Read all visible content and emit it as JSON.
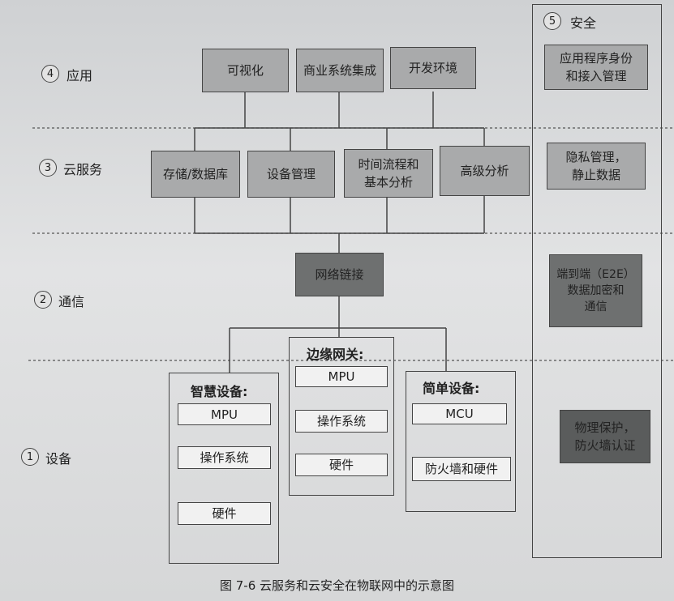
{
  "layers": {
    "app": {
      "num": "4",
      "label": "应用"
    },
    "cloud": {
      "num": "3",
      "label": "云服务"
    },
    "comm": {
      "num": "2",
      "label": "通信"
    },
    "device": {
      "num": "1",
      "label": "设备"
    },
    "security": {
      "num": "5",
      "label": "安全"
    }
  },
  "app_boxes": [
    "可视化",
    "商业系统集成",
    "开发环境"
  ],
  "cloud_boxes": [
    "存储/数据库",
    "设备管理",
    "时间流程和\n基本分析",
    "高级分析"
  ],
  "network_link": "网络链接",
  "gateway": {
    "title": "边缘网关:",
    "items": [
      "MPU",
      "操作系统",
      "硬件"
    ]
  },
  "smart_device": {
    "title": "智慧设备:",
    "items": [
      "MPU",
      "操作系统",
      "硬件"
    ]
  },
  "simple_device": {
    "title": "简单设备:",
    "items": [
      "MCU",
      "防火墙和硬件"
    ]
  },
  "security_boxes": [
    "应用程序身份\n和接入管理",
    "隐私管理，\n静止数据",
    "端到端（E2E）\n数据加密和\n通信",
    "物理保护，\n防火墙认证"
  ],
  "caption": "图 7-6   云服务和云安全在物联网中的示意图",
  "colors": {
    "grey_box": "#a9aaab",
    "dark_box": "#6e7070",
    "white_box": "#f1f1f1"
  }
}
